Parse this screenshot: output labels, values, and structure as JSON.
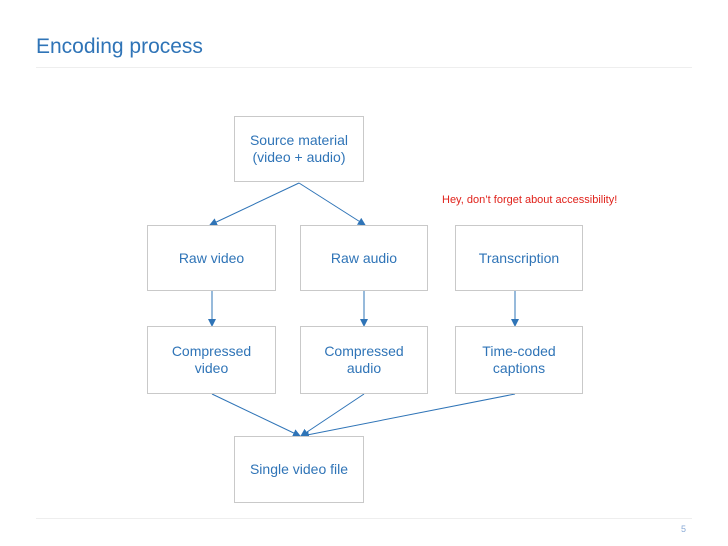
{
  "slide": {
    "title": "Encoding process",
    "page_number": "5",
    "note": "Hey, don’t forget about accessibility!",
    "colors": {
      "text": "#2f74b7",
      "note": "#e0221b",
      "arrow": "#2f74b7",
      "box_border": "#c9c9c9"
    }
  },
  "nodes": {
    "source": "Source material\n(video + audio)",
    "raw_video": "Raw video",
    "raw_audio": "Raw audio",
    "transcription": "Transcription",
    "compressed_video": "Compressed\nvideo",
    "compressed_audio": "Compressed\naudio",
    "captions": "Time-coded\ncaptions",
    "single_file": "Single video file"
  },
  "edges": [
    {
      "from": "source",
      "to": "raw_video"
    },
    {
      "from": "source",
      "to": "raw_audio"
    },
    {
      "from": "raw_video",
      "to": "compressed_video"
    },
    {
      "from": "raw_audio",
      "to": "compressed_audio"
    },
    {
      "from": "transcription",
      "to": "captions"
    },
    {
      "from": "compressed_video",
      "to": "single_file"
    },
    {
      "from": "compressed_audio",
      "to": "single_file"
    },
    {
      "from": "captions",
      "to": "single_file"
    }
  ]
}
